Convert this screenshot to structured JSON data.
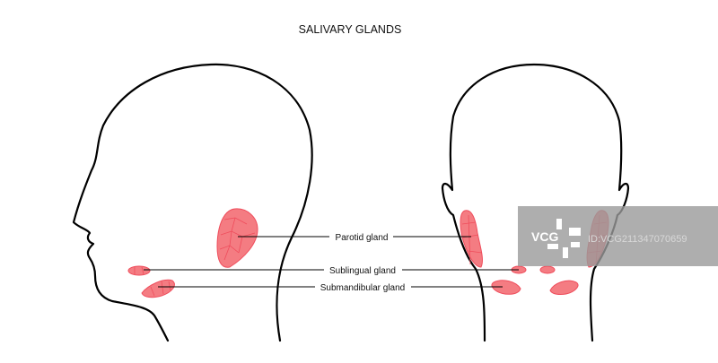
{
  "title": "SALIVARY GLANDS",
  "labels": {
    "parotid": "Parotid gland",
    "sublingual": "Sublingual gland",
    "submandibular": "Submandibular gland"
  },
  "watermark": {
    "logo": "VCG",
    "id": "ID:VCG211347070659"
  },
  "colors": {
    "gland": "#f47c82",
    "gland_outline": "#ef4d5c",
    "outline": "#000000"
  }
}
